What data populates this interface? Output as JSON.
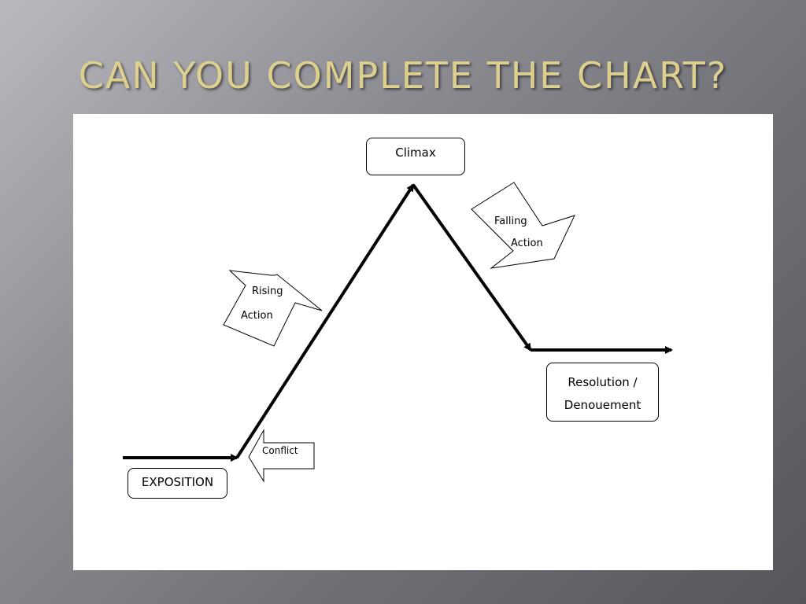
{
  "slide": {
    "title": "CAN YOU COMPLETE THE CHART?"
  },
  "diagram": {
    "exposition": "EXPOSITION",
    "conflict": "Conflict",
    "rising_action": [
      "Rising",
      "Action"
    ],
    "climax": "Climax",
    "falling_action": [
      "Falling",
      "Action"
    ],
    "resolution": [
      "Resolution /",
      "Denouement"
    ]
  },
  "colors": {
    "title_gold": "#ddd08f",
    "line": "#000000",
    "panel": "#ffffff"
  }
}
